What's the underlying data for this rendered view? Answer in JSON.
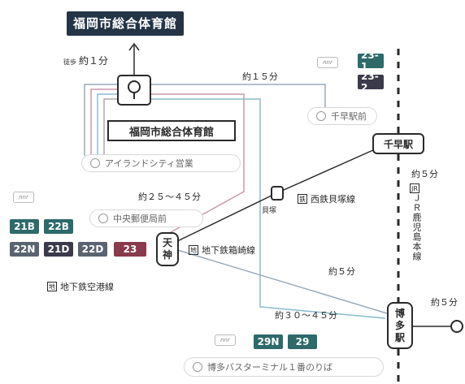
{
  "venue": {
    "title": "福岡市総合体育館",
    "name_box": "福岡市総合体育館",
    "walk_prefix": "徒歩",
    "walk_time": "約１分"
  },
  "bus_stops": {
    "island_city": "アイランドシティ営業",
    "chihaya_ekimae": "千早駅前",
    "chuo_yubinkyoku": "中央郵便局前",
    "hakata_bt": "博多バスターミナル１番のりば"
  },
  "times": {
    "chihaya_bus": "約１５分",
    "tenjin_bus": "約２５～４５分",
    "hakata_bus": "約３０～４５分",
    "jr_rail": "約５分",
    "subway": "約５分",
    "hakata_right": "約５分"
  },
  "stations": {
    "chihaya": "千早駅",
    "tenjin_1": "天",
    "tenjin_2": "神",
    "hakata_1": "博",
    "hakata_2": "多",
    "hakata_3": "駅",
    "kaizuka": "貝塚"
  },
  "rail_lines": {
    "nishitetsu": "西鉄貝塚線",
    "subway_hakozaki": "地下鉄箱崎線",
    "subway_kuko": "地下鉄空港線",
    "jr_kagoshima": "ＪＲ鹿児島本線"
  },
  "bus_routes": {
    "chihaya": [
      "23-1",
      "23-2"
    ],
    "tenjin_row1": [
      "21B",
      "22B"
    ],
    "tenjin_row2": [
      "22N",
      "21D",
      "22D",
      "23"
    ],
    "hakata": [
      "29N",
      "29"
    ],
    "logo": "nnr"
  },
  "colors": {
    "title_bg": "#243447",
    "bus_green": "#2d6a6a",
    "rail_line": "#2a2a2a"
  }
}
